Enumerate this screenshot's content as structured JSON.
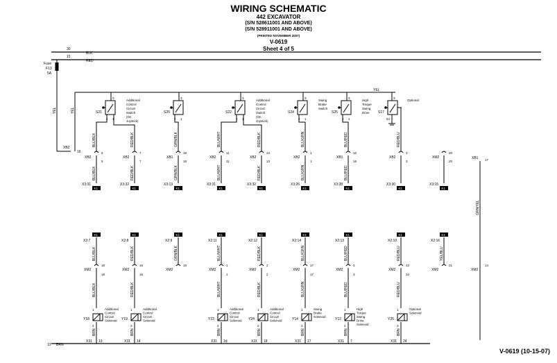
{
  "header": {
    "title": "WIRING SCHEMATIC",
    "model": "442 EXCAVATOR",
    "serial_1": "(S/N 528611001  AND ABOVE)",
    "serial_2": "(S/N 528911001  AND ABOVE)",
    "printed": "(PRINTED NOVEMBER 2007)",
    "doc": "V-0619",
    "sheet": "Sheet 4 of 5"
  },
  "footer": "V-0619 (10-15-07)",
  "rails": {
    "top1_num": "30",
    "top1_color": "BLK",
    "top2_num": "15",
    "top2_color": "RED",
    "yel_label": "YEL",
    "fuse_label": "Fuse",
    "fuse_id": "F13",
    "fuse_rating": "5A",
    "bottom_num": "13",
    "bottom_color": "BRN",
    "left_yel_1": "YEL",
    "left_yel_2": "YEL"
  },
  "switches": [
    {
      "id": "S21",
      "desc": [
        "Additional",
        "Control",
        "Circuit",
        "Switch",
        "(On",
        "Joystick)"
      ]
    },
    {
      "id": "S20",
      "desc": []
    },
    {
      "id": "S22",
      "desc": [
        "Additional",
        "Control",
        "Circuit",
        "Switch",
        "(On",
        "Joystick)"
      ]
    },
    {
      "id": "S24",
      "desc": [
        "Swing",
        "Brake",
        "Switch"
      ]
    },
    {
      "id": "S25",
      "desc": [
        "High",
        "Torque",
        "Swing",
        "Drive"
      ]
    },
    {
      "id": "S17",
      "desc": [
        "Optional"
      ]
    }
  ],
  "switch_pins": {
    "p1": "1",
    "p2": "2",
    "p3": "3",
    "p9": "9"
  },
  "left_xb2": {
    "conn": "XB2",
    "pin": "16"
  },
  "upper_cols": [
    {
      "wire1": "BLU/BLK",
      "conn": "XB2",
      "pin": "5",
      "wire2": "BLU/BLK",
      "term": "X3:31",
      "tag": "K1"
    },
    {
      "wire1": "RED/BLK",
      "conn": "XB2",
      "pin": "7",
      "wire2": "RED/BLK",
      "term": "X3:32",
      "tag": "K1"
    },
    {
      "wire1": "GRN/BLK",
      "conn": "XB1",
      "pin": "18",
      "wire2": "GRN/BLK",
      "term": "X3:13",
      "tag": "K1"
    },
    {
      "wire1": "BLU/WHT",
      "conn": "XB2",
      "pin": "11",
      "wire2": "BLU/WHT",
      "term": "X3:31",
      "tag": "K1"
    },
    {
      "wire1": "RED/BLK",
      "conn": "XB2",
      "pin": "13",
      "wire2": "RED/BLK",
      "term": "X3:32",
      "tag": "K1"
    },
    {
      "wire1": "BLU/GRN",
      "conn": "XB2",
      "pin": "1",
      "wire2": "BLU/GRN",
      "term": "X3:26",
      "tag": "K1"
    },
    {
      "wire1": "BLU/RED",
      "conn": "XB1",
      "pin": "16",
      "wire2": "BLU/RED",
      "term": "X3:28",
      "tag": "K1"
    },
    {
      "wire1": "RED/BLU",
      "conn": "XB2",
      "pin": "3",
      "wire2": "",
      "term": "X3:30",
      "tag": "K1"
    },
    {
      "wire1": "",
      "conn": "XM2",
      "pin": "20",
      "wire2": "",
      "term": "X3:15",
      "tag": "K1"
    },
    {
      "wire1": "",
      "conn": "XB1",
      "pin": "17",
      "wire2": "GRN/YEL",
      "term": "",
      "tag": ""
    }
  ],
  "lower_cols": [
    {
      "tag": "K1",
      "term": "X2:7",
      "wire1": "BLU/BLK",
      "conn": "XM2",
      "pin": "18",
      "wire2": "BLU/BLK",
      "sol": "Y18",
      "desc": [
        "Additional",
        "Control",
        "Circuit",
        "Solenoid"
      ],
      "brn": "BRN",
      "gnd": "X31",
      "gnd_pin": "13"
    },
    {
      "tag": "K1",
      "term": "X2:8",
      "wire1": "RED/BLK",
      "conn": "XM2",
      "pin": "16",
      "wire2": "RED/BLK",
      "sol": "Y19",
      "desc": [
        "Additional",
        "Control",
        "Circuit",
        "Solenoid"
      ],
      "brn": "BRN",
      "gnd": "X31",
      "gnd_pin": "14"
    },
    {
      "tag": "K1",
      "term": "X2:9",
      "wire1": "GRN/BLK",
      "conn": "XM2",
      "pin": "19",
      "wire2": "",
      "sol": "",
      "desc": [],
      "brn": "",
      "gnd": "",
      "gnd_pin": ""
    },
    {
      "tag": "K1",
      "term": "X2:11",
      "wire1": "BLU/WHT",
      "conn": "XM2",
      "pin": "1",
      "wire2": "BLU/WHT",
      "sol": "Y23",
      "desc": [
        "Additional",
        "Control",
        "Circuit",
        "Solenoid"
      ],
      "brn": "BRN",
      "gnd": "X31",
      "gnd_pin": "1d"
    },
    {
      "tag": "K1",
      "term": "X2:12",
      "wire1": "RED/BLK",
      "conn": "XM2",
      "pin": "2",
      "wire2": "RED/BLK",
      "sol": "Y24",
      "desc": [
        "Additional",
        "Control",
        "Circuit",
        "Solenoid"
      ],
      "brn": "BRN",
      "gnd": "X31",
      "gnd_pin": "18"
    },
    {
      "tag": "K1",
      "term": "X2:14",
      "wire1": "BLU/GRN",
      "conn": "XM2",
      "pin": "17",
      "wire2": "BLU/GRN",
      "sol": "Y14",
      "desc": [
        "Swing",
        "Brake",
        "Solenoid"
      ],
      "brn": "BRN",
      "gnd": "X31",
      "gnd_pin": "17"
    },
    {
      "tag": "K1",
      "term": "X2:13",
      "wire1": "BLU/RED",
      "conn": "XM2",
      "pin": "3",
      "wire2": "BLU/RED",
      "sol": "Y12",
      "desc": [
        "High",
        "Torque",
        "Swing",
        "Drive",
        "Solenoid"
      ],
      "brn": "BRN",
      "gnd": "X31",
      "gnd_pin": "7"
    },
    {
      "tag": "K1",
      "term": "X2:10",
      "wire1": "RED/BLU",
      "conn": "XM2",
      "pin": "22",
      "wire2": "RED/BLU",
      "sol": "Y25",
      "desc": [
        "Optional",
        "Solenoid"
      ],
      "brn": "BRN",
      "gnd": "X31",
      "gnd_pin": "24"
    },
    {
      "tag": "K1",
      "term": "X2:16",
      "wire1": "YEL/BLU",
      "conn": "XM2",
      "pin": "21",
      "wire2": "",
      "sol": "",
      "desc": [],
      "brn": "",
      "gnd": "",
      "gnd_pin": ""
    },
    {
      "tag": "",
      "term": "",
      "wire1": "",
      "conn": "XM2",
      "pin": "14",
      "wire2": "",
      "sol": "",
      "desc": [],
      "brn": "",
      "gnd": "",
      "gnd_pin": ""
    }
  ]
}
